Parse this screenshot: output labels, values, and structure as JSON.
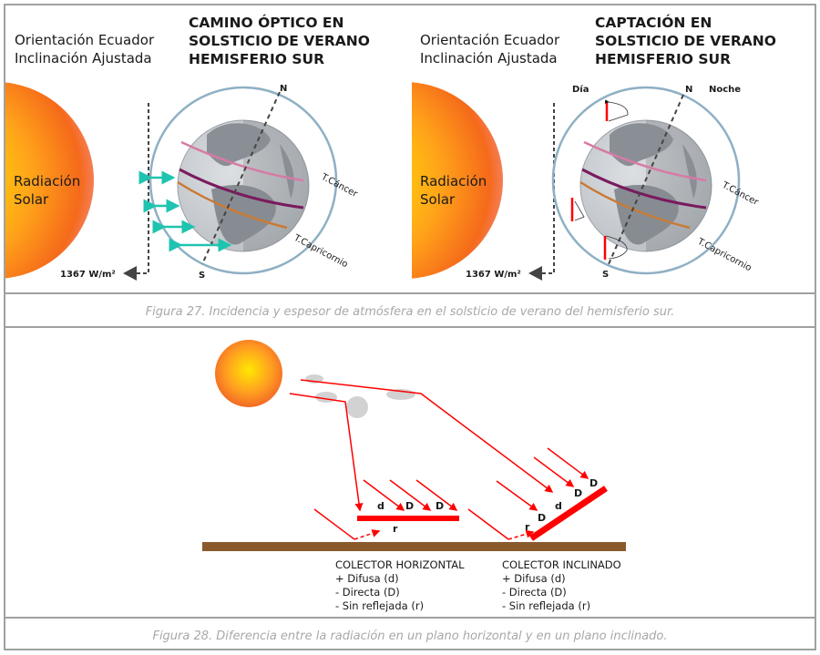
{
  "figure27": {
    "left": {
      "subtitle_line1": "Orientación Ecuador",
      "subtitle_line2": "Inclinación Ajustada",
      "title_line1": "CAMINO ÓPTICO EN",
      "title_line2": "SOLSTICIO DE VERANO",
      "title_line3": "HEMISFERIO SUR",
      "sun_label_line1": "Radiación",
      "sun_label_line2": "Solar",
      "irradiance": "1367 W/m²",
      "north": "N",
      "south": "S",
      "cancer": "T.Cáncer",
      "capricorn": "T.Capricornio"
    },
    "right": {
      "subtitle_line1": "Orientación Ecuador",
      "subtitle_line2": "Inclinación Ajustada",
      "title_line1": "CAPTACIÓN EN",
      "title_line2": "SOLSTICIO DE VERANO",
      "title_line3": "HEMISFERIO SUR",
      "sun_label_line1": "Radiación",
      "sun_label_line2": "Solar",
      "irradiance": "1367 W/m²",
      "day": "Día",
      "night": "Noche",
      "north": "N",
      "south": "S",
      "cancer": "T.Cáncer",
      "capricorn": "T.Capricornio"
    },
    "caption": "Figura 27. Incidencia y espesor de atmósfera en el solsticio de verano del hemisferio sur."
  },
  "figure28": {
    "labels": {
      "d": "d",
      "D": "D",
      "r": "r"
    },
    "horizontal": {
      "title": "COLECTOR HORIZONTAL",
      "line1": "+ Difusa (d)",
      "line2": "- Directa (D)",
      "line3": "- Sin reflejada (r)"
    },
    "inclined": {
      "title": "COLECTOR INCLINADO",
      "line1": "+ Difusa (d)",
      "line2": "- Directa (D)",
      "line3": "- Sin reflejada (r)"
    },
    "caption": "Figura 28. Diferencia entre la radiación en un plano horizontal y en un plano inclinado."
  },
  "colors": {
    "frame": "#a0a0a0",
    "ray": "#ff0000",
    "ground": "#8b5a2b",
    "teal": "#1fc4b0",
    "cancer": "#d77aa6",
    "equator": "#7a1a5e",
    "capricorn": "#c97a35"
  }
}
